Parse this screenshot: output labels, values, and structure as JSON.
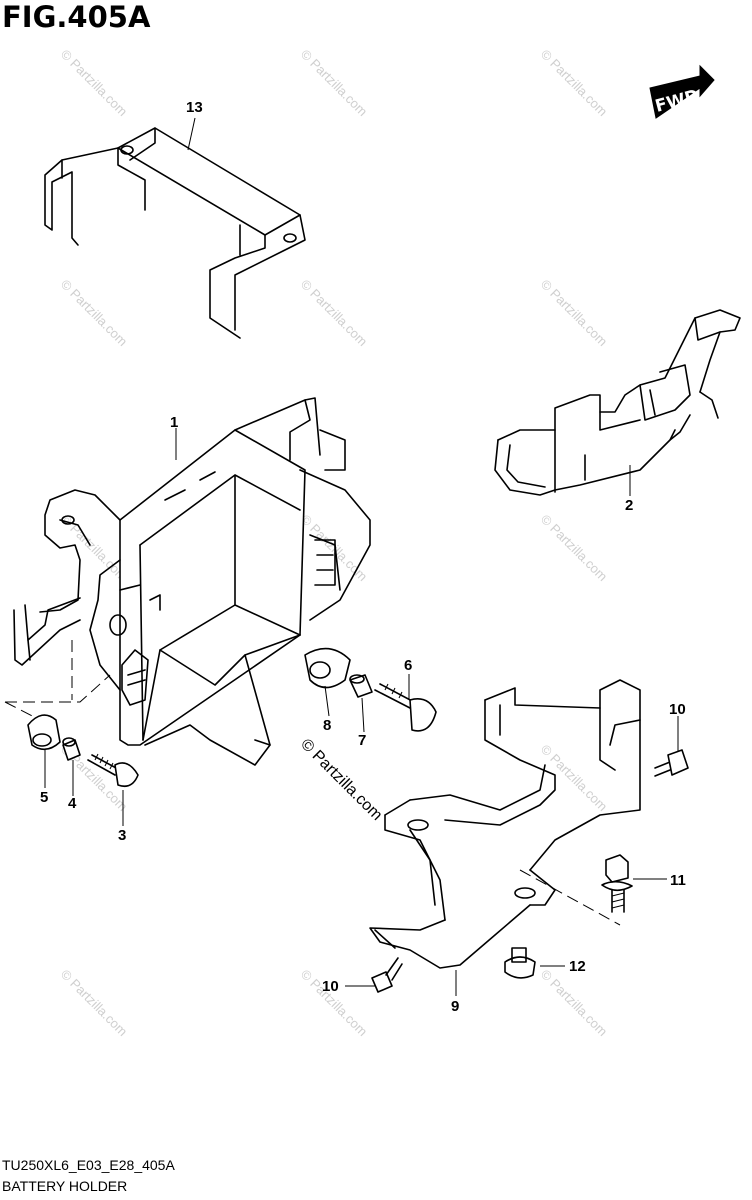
{
  "figure": {
    "title": "FIG.405A",
    "model_code": "TU250XL6_E03_E28_405A",
    "caption": "BATTERY HOLDER"
  },
  "watermark": {
    "text": "© Partzilla.com",
    "center_text": "© Partzilla.com",
    "color": "#cfcfcf"
  },
  "fwd_badge": {
    "label": "FWD",
    "icon": "forward-arrow-icon"
  },
  "callouts": {
    "c1": "1",
    "c2": "2",
    "c3": "3",
    "c4": "4",
    "c5": "5",
    "c6": "6",
    "c7": "7",
    "c8": "8",
    "c9": "9",
    "c10a": "10",
    "c10b": "10",
    "c11": "11",
    "c12": "12",
    "c13": "13"
  },
  "parts": [
    {
      "ref": "1",
      "icon": "battery-case-icon"
    },
    {
      "ref": "2",
      "icon": "battery-band-icon"
    },
    {
      "ref": "3",
      "icon": "bolt-icon"
    },
    {
      "ref": "4",
      "icon": "collar-icon"
    },
    {
      "ref": "5",
      "icon": "cushion-icon"
    },
    {
      "ref": "6",
      "icon": "bolt-icon"
    },
    {
      "ref": "7",
      "icon": "collar-icon"
    },
    {
      "ref": "8",
      "icon": "cushion-icon"
    },
    {
      "ref": "9",
      "icon": "bracket-icon"
    },
    {
      "ref": "10",
      "icon": "bolt-icon"
    },
    {
      "ref": "11",
      "icon": "bolt-icon"
    },
    {
      "ref": "12",
      "icon": "nut-icon"
    },
    {
      "ref": "13",
      "icon": "cover-icon"
    }
  ]
}
